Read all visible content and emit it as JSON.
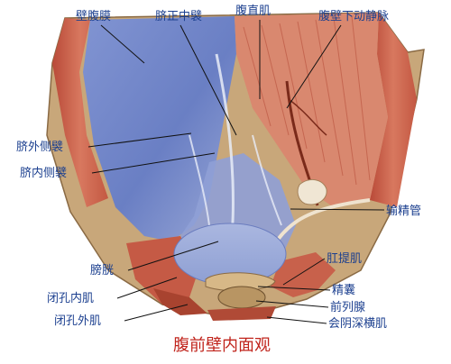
{
  "caption": "腹前壁内面观",
  "labels": {
    "peritoneum": "壁腹膜",
    "median_fold": "脐正中襞",
    "rectus": "腹直肌",
    "inf_epigastric_vein": "腹壁下动静脉",
    "lateral_fold": "脐外侧襞",
    "medial_fold": "脐内侧襞",
    "vas_deferens": "输精管",
    "bladder": "膀胱",
    "levator_ani": "肛提肌",
    "obturator_internus": "闭孔内肌",
    "seminal_vesicle": "精囊",
    "prostate": "前列腺",
    "obturator_externus": "闭孔外肌",
    "deep_transverse_perineal": "会阴深横肌"
  },
  "colors": {
    "label_text": "#1b3f8f",
    "caption_text": "#c0241c",
    "peritoneum_blue": "#6f84c8",
    "muscle_red": "#c9604a",
    "fascia_tan": "#c8a77a"
  }
}
